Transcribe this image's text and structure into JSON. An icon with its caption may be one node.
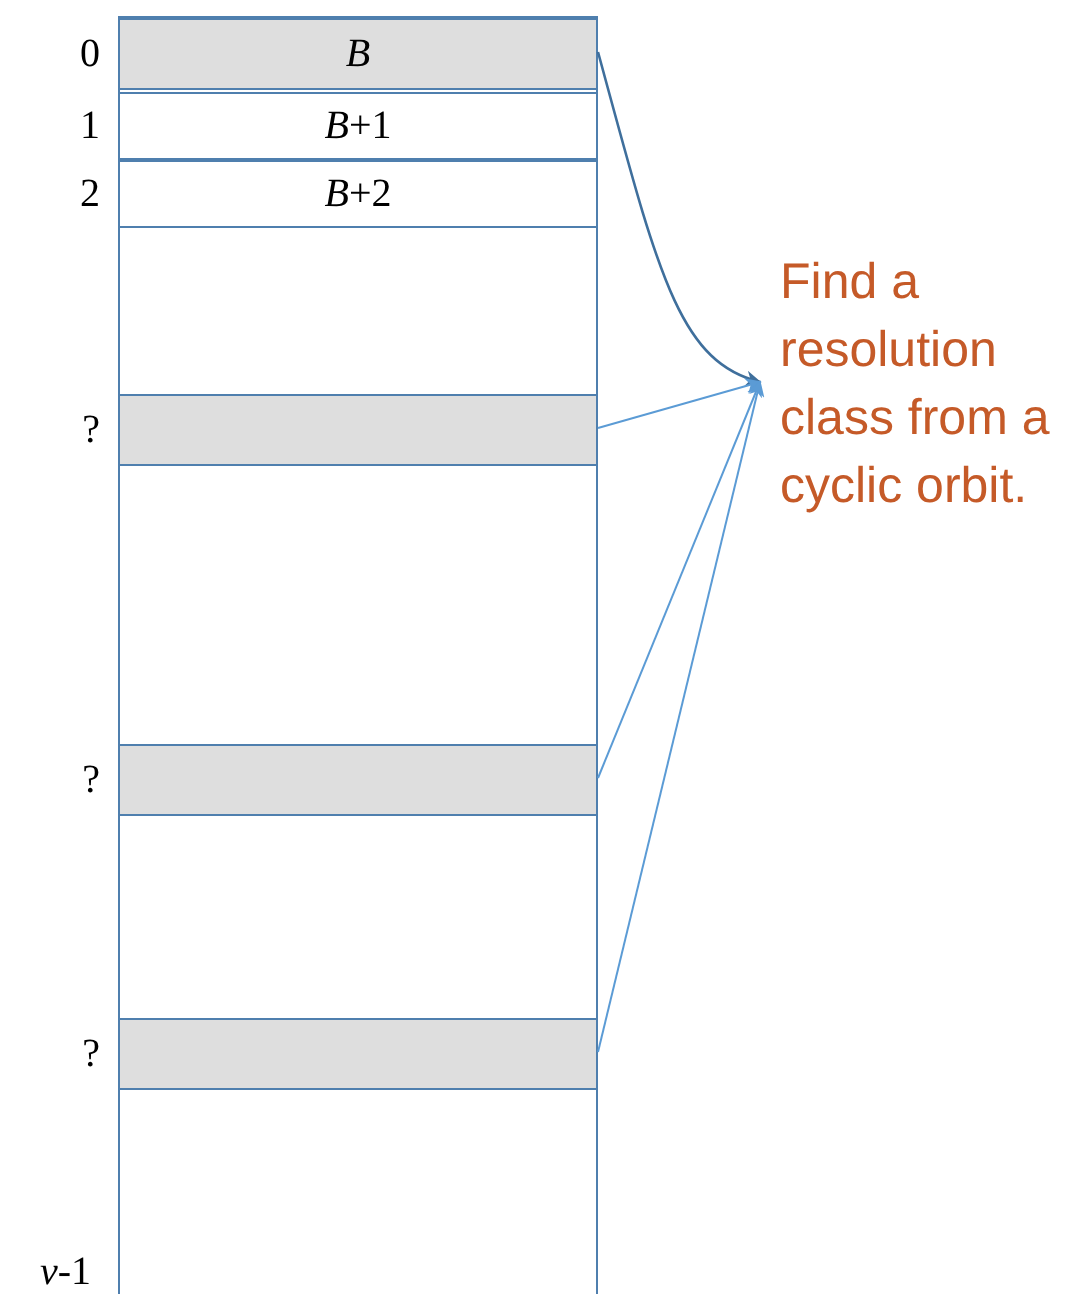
{
  "diagram": {
    "nodes": [
      {
        "text": [],
        "shape": "box"
      },
      {
        "text": [
          "B"
        ],
        "in": 0,
        "beside": [
          "0"
        ]
      },
      {
        "text": [
          "*B*+1"
        ],
        "in": 0,
        "beside": [
          "1"
        ]
      },
      {
        "text": [
          "*B*+2"
        ],
        "in": 0,
        "beside": [
          "2"
        ]
      },
      {
        "text": [],
        "shape": "bar",
        "in": 0,
        "beside": [
          "?"
        ]
      },
      {
        "text": [],
        "shape": "bar",
        "in": 0,
        "beside": [
          "?"
        ]
      },
      {
        "text": [],
        "shape": "bar",
        "in": 0,
        "beside": [
          "?"
        ]
      },
      {
        "text": [
          "Find a resolution class from a cyclic orbit."
        ]
      }
    ],
    "edges": [
      {
        "from": 1,
        "to": 7,
        "arrow": "to",
        "color": "#3f6f9c"
      },
      {
        "from": 4,
        "to": 7,
        "arrow": "to"
      },
      {
        "from": 5,
        "to": 7,
        "arrow": "to"
      },
      {
        "from": 6,
        "to": 7,
        "arrow": "to"
      }
    ],
    "labels": [
      "*v*-1"
    ]
  }
}
